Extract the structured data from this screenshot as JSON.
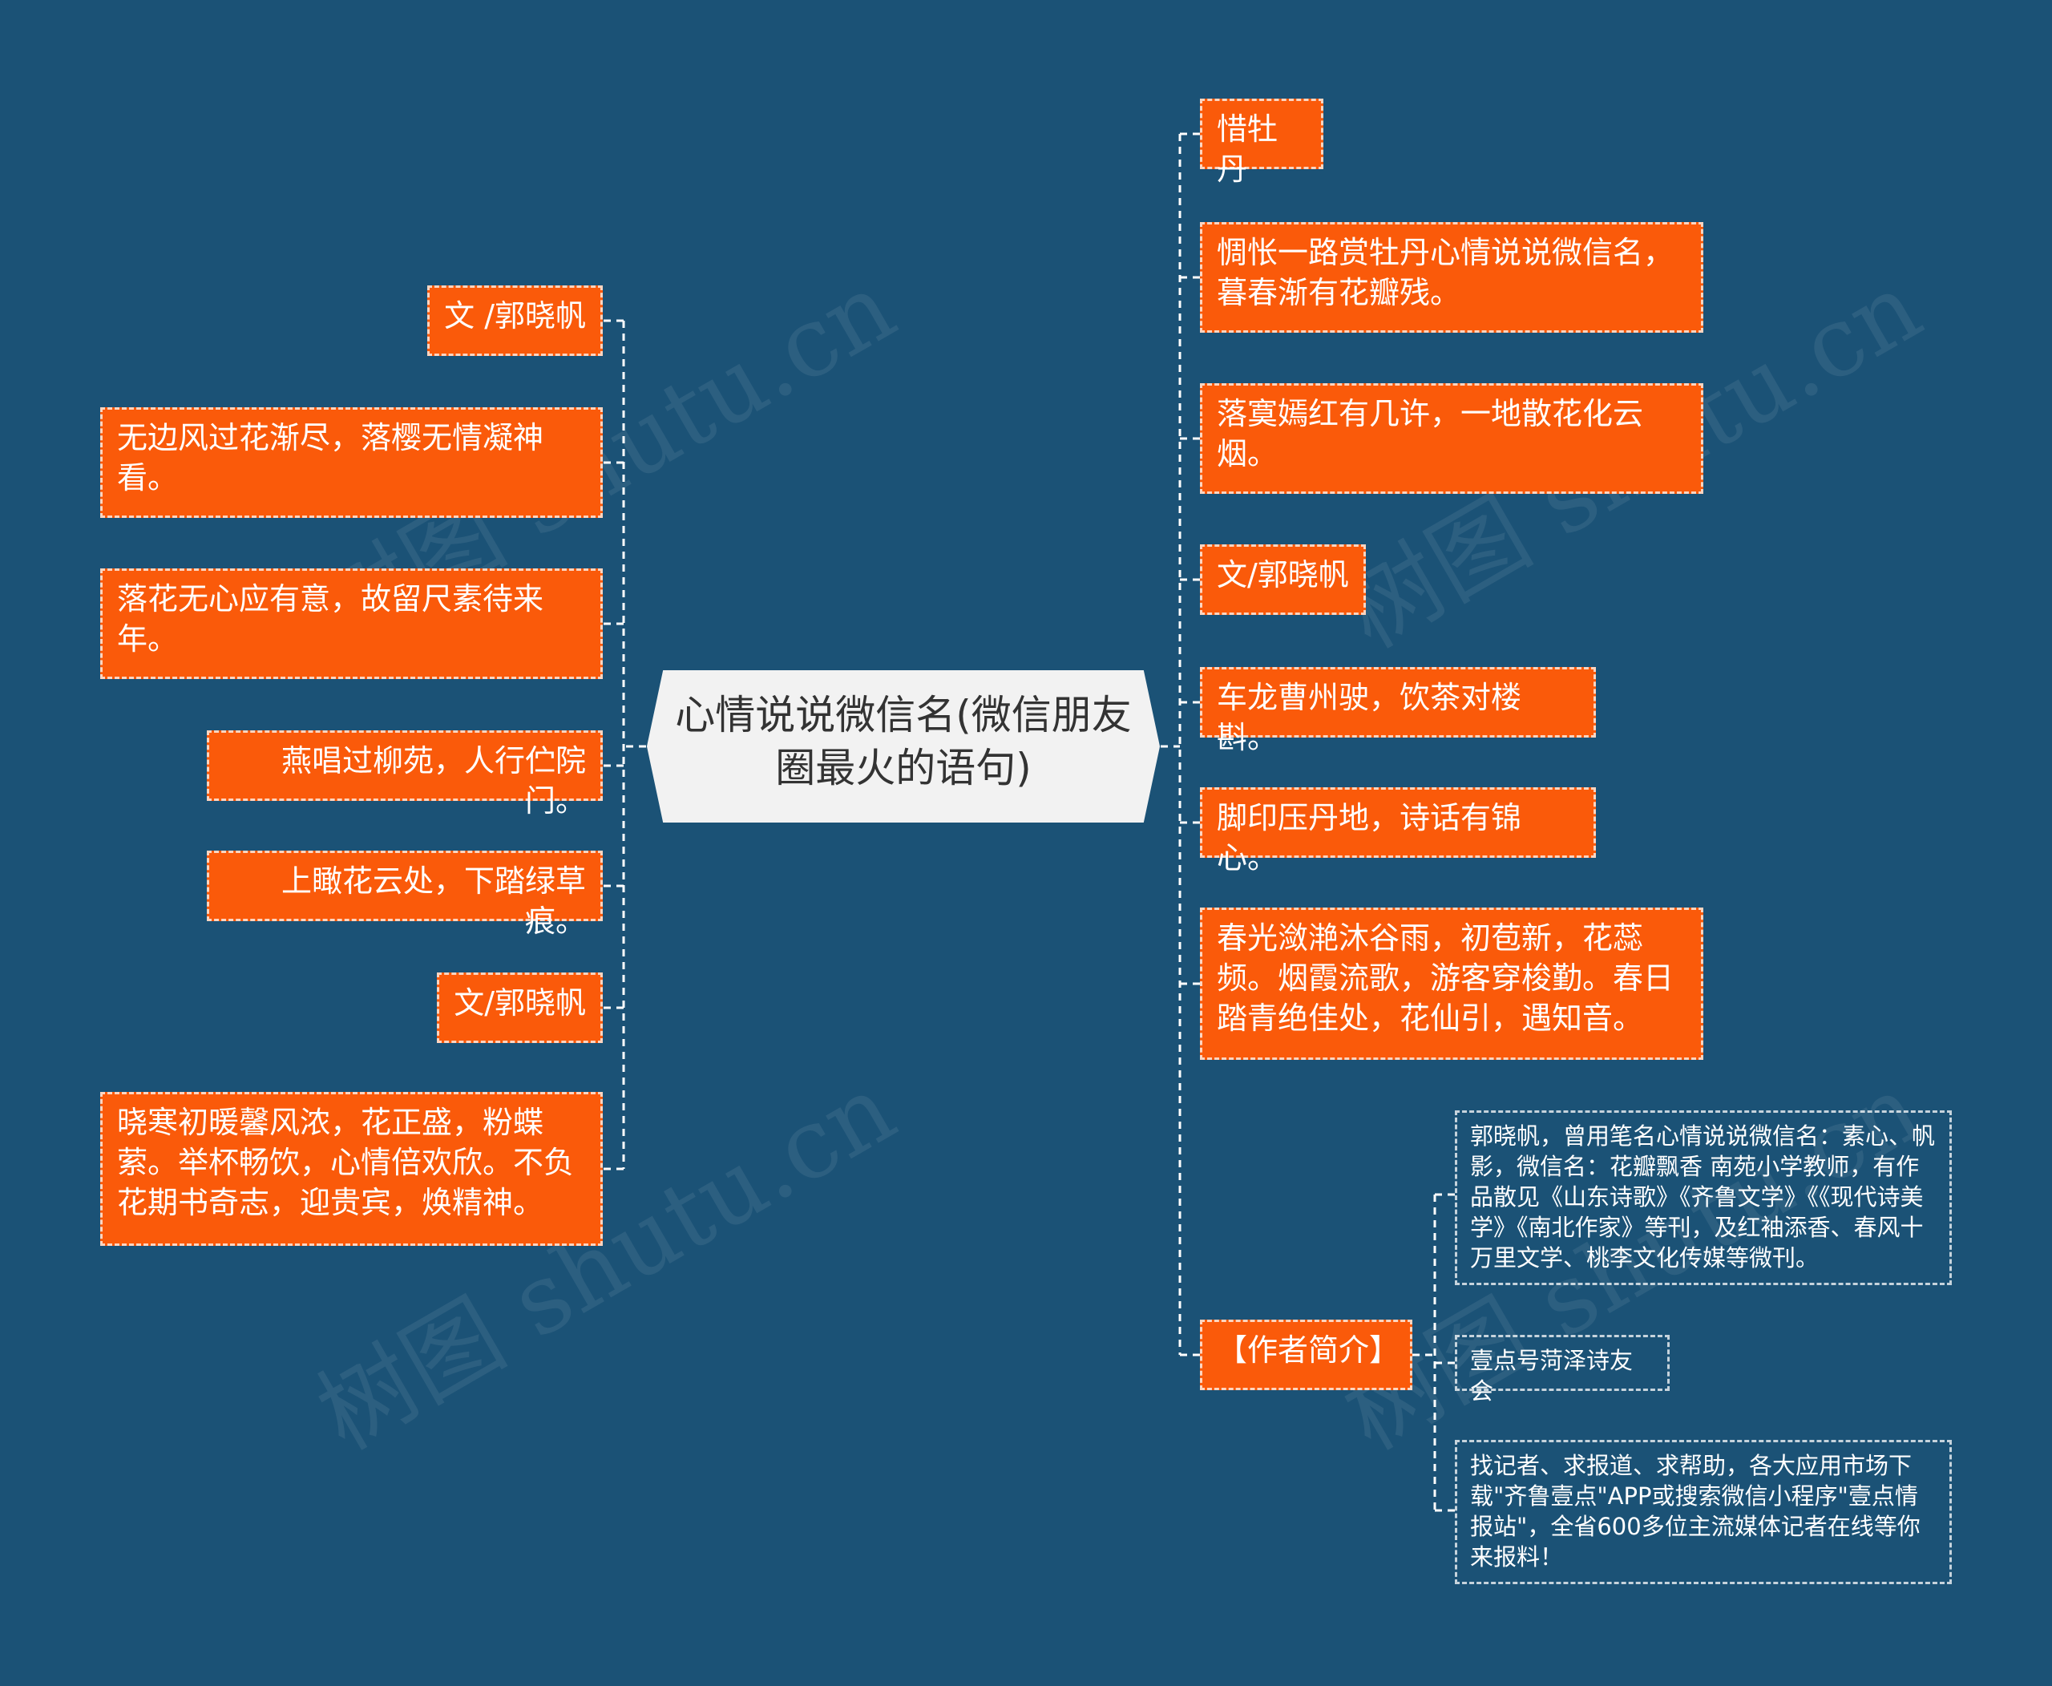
{
  "center": {
    "title": "心情说说微信名(微信朋友圈最火的语句)"
  },
  "left_nodes": [
    "文 /郭晓帆",
    "无边风过花渐尽，落樱无情凝神看。",
    "落花无心应有意，故留尺素待来年。",
    "燕唱过柳苑，人行伫院门。",
    "上瞰花云处，下踏绿草痕。",
    "文/郭晓帆",
    "晓寒初暖馨风浓，花正盛，粉蝶萦。举杯畅饮，心情倍欢欣。不负花期书奇志，迎贵宾，焕精神。"
  ],
  "right_nodes": [
    "惜牡丹",
    "惆怅一路赏牡丹心情说说微信名，暮春渐有花瓣残。",
    "落寞嫣红有几许，一地散花化云烟。",
    "文/郭晓帆",
    "车龙曹州驶，饮茶对楼斟。",
    "脚印压丹地，诗话有锦心。",
    "春光潋滟沐谷雨，初苞新，花蕊频。烟霞流歌，游客穿梭勤。春日踏青绝佳处，花仙引，遇知音。",
    "【作者简介】"
  ],
  "author_children": [
    "郭晓帆，曾用笔名心情说说微信名：素心、帆影，微信名：花瓣飘香 南苑小学教师，有作品散见《山东诗歌》《齐鲁文学》《《现代诗美学》《南北作家》等刊，及红袖添香、春风十万里文学、桃李文化传媒等微刊。",
    "壹点号菏泽诗友会",
    "找记者、求报道、求帮助，各大应用市场下载\"齐鲁壹点\"APP或搜索微信小程序\"壹点情报站\"，全省600多位主流媒体记者在线等你来报料！"
  ],
  "watermark": "树图 shutu.cn",
  "colors": {
    "background": "#1b5276",
    "node_fill": "#fa5a0a",
    "center_fill": "#f2f2f2",
    "connector": "#ffffff"
  }
}
